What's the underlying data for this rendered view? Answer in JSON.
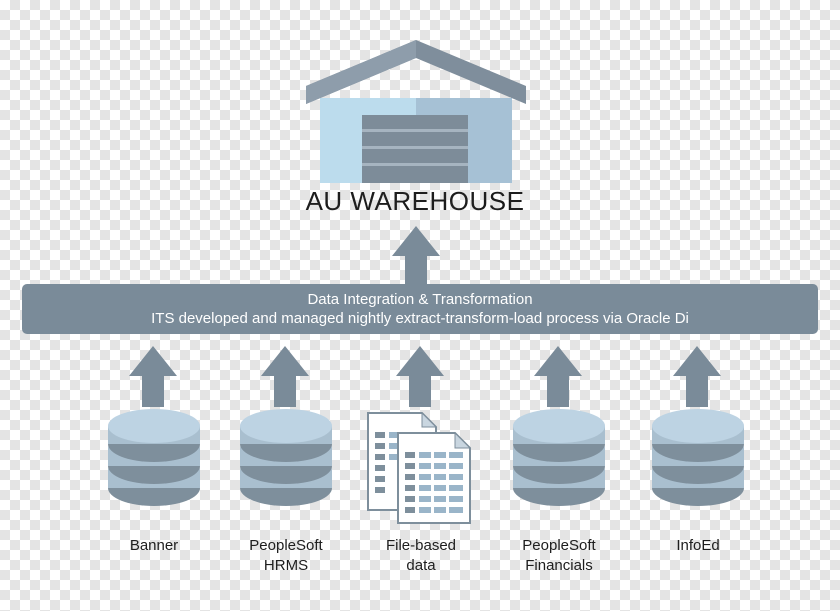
{
  "warehouse": {
    "title": "AU WAREHOUSE"
  },
  "integration_bar": {
    "line1": "Data Integration & Transformation",
    "line2": "ITS developed and managed nightly extract-transform-load process via Oracle Di"
  },
  "sources": [
    {
      "label_line1": "Banner",
      "label_line2": "",
      "icon": "database-icon"
    },
    {
      "label_line1": "PeopleSoft",
      "label_line2": "HRMS",
      "icon": "database-icon"
    },
    {
      "label_line1": "File-based",
      "label_line2": "data",
      "icon": "documents-icon"
    },
    {
      "label_line1": "PeopleSoft",
      "label_line2": "Financials",
      "icon": "database-icon"
    },
    {
      "label_line1": "InfoEd",
      "label_line2": "",
      "icon": "database-icon"
    }
  ],
  "colors": {
    "arrow": "#7a8b99",
    "bar": "#7a8b99",
    "roof": "#7f8e9c",
    "wall_light": "#bcdced",
    "wall_dark": "#a6c1d5",
    "door": "#7d8c99",
    "db_body": "#a9bfcf",
    "db_dark": "#7e8f9c",
    "db_top": "#bdd3e3"
  }
}
